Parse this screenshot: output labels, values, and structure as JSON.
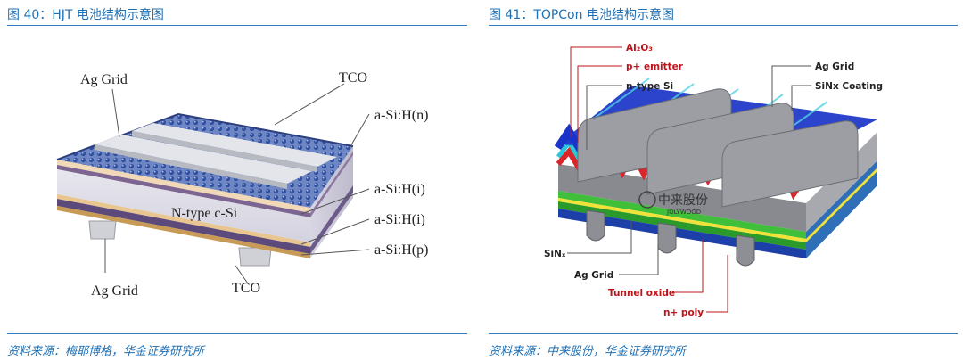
{
  "figures": [
    {
      "title": "图 40：HJT 电池结构示意图",
      "source": "资料来源：梅耶博格，华金证券研究所",
      "labels": {
        "ag_grid_top": "Ag Grid",
        "tco_top": "TCO",
        "a_si_h_n": "a-Si:H(n)",
        "a_si_h_i_top": "a-Si:H(i)",
        "n_type_c_si": "N-type c-Si",
        "a_si_h_i_bottom": "a-Si:H(i)",
        "a_si_h_p": "a-Si:H(p)",
        "ag_grid_bottom": "Ag Grid",
        "tco_bottom": "TCO"
      }
    },
    {
      "title": "图 41：TOPCon 电池结构示意图",
      "source": "资料来源：中来股份，华金证券研究所",
      "labels": {
        "al2o3": "Al₂O₃",
        "p_emitter": "p+ emitter",
        "n_type_si": "n-type Si",
        "ag_grid_top": "Ag Grid",
        "sinx_coating": "SiNx Coating",
        "sinx_bottom": "SiNₓ",
        "ag_grid_bottom": "Ag Grid",
        "tunnel_oxide": "Tunnel oxide",
        "n_poly": "n+ poly",
        "logo_text": "中来股份",
        "logo_subtext": "JOLYWOOD"
      }
    }
  ],
  "colors": {
    "accent_blue": "#1f6fb2",
    "red_label": "#c0141c",
    "hjt_texture": "#3a5aa8",
    "topcon_texture": "#1a33c8",
    "topcon_emitter": "#d8262b",
    "topcon_green": "#3fbf3a"
  }
}
